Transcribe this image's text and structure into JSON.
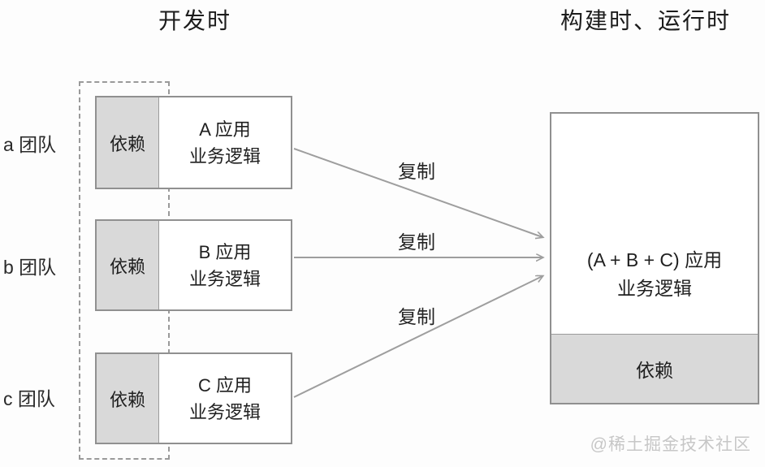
{
  "titles": {
    "left": "开发时",
    "right": "构建时、运行时"
  },
  "teams": [
    {
      "label": "a 团队",
      "dependency_label": "依赖",
      "app_name": "A 应用",
      "app_desc": "业务逻辑"
    },
    {
      "label": "b 团队",
      "dependency_label": "依赖",
      "app_name": "B 应用",
      "app_desc": "业务逻辑"
    },
    {
      "label": "c 团队",
      "dependency_label": "依赖",
      "app_name": "C 应用",
      "app_desc": "业务逻辑"
    }
  ],
  "arrows": [
    {
      "label": "复制",
      "from": "A 应用 业务逻辑",
      "to": "(A + B + C) 应用 业务逻辑"
    },
    {
      "label": "复制",
      "from": "B 应用 业务逻辑",
      "to": "(A + B + C) 应用 业务逻辑"
    },
    {
      "label": "复制",
      "from": "C 应用 业务逻辑",
      "to": "(A + B + C) 应用 业务逻辑"
    }
  ],
  "merged_box": {
    "line1": "(A + B + C) 应用",
    "line2": "业务逻辑",
    "dependency_label": "依赖"
  },
  "watermark": "@稀土掘金技术社区",
  "colors": {
    "box_border": "#909090",
    "gray_fill": "#d9d9d9",
    "dashed_border": "#9a9a9a",
    "arrow": "#9e9e9e",
    "text": "#1f1f1f",
    "watermark": "#c7c7c7",
    "background": "#fdfdfd"
  }
}
